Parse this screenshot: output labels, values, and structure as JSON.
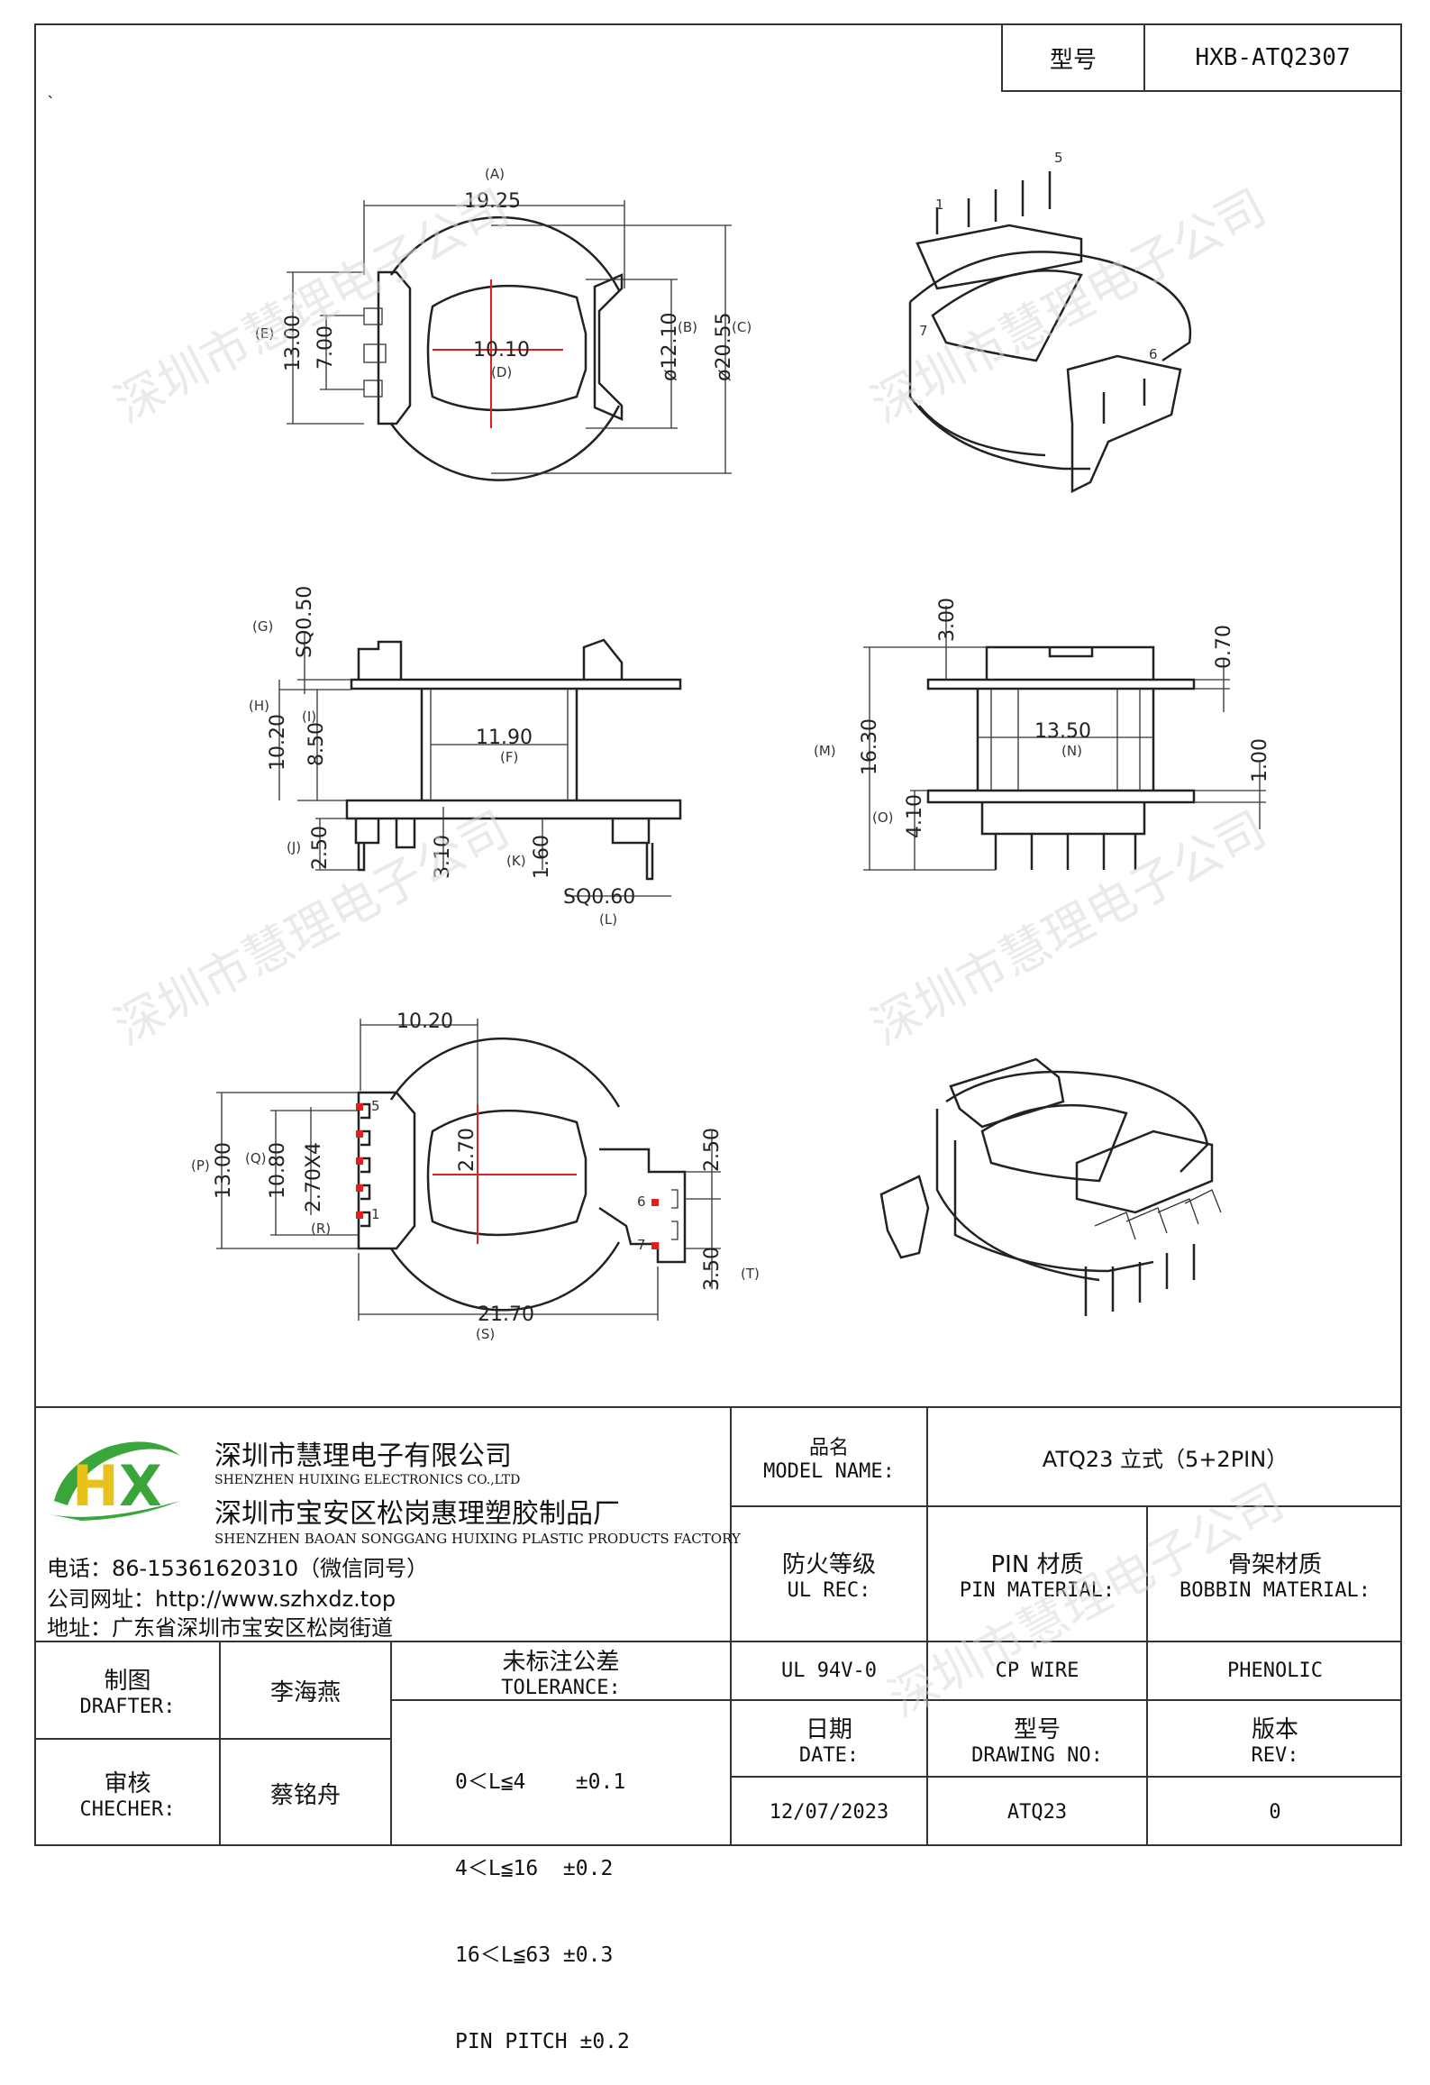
{
  "header": {
    "model_label": "型号",
    "model_value": "HXB-ATQ2307"
  },
  "stray_mark": "`",
  "dims": {
    "A": "(A)",
    "A_val": "19.25",
    "B": "(B)",
    "B_val": "ø12.10",
    "C": "(C)",
    "C_val": "ø20.55",
    "D": "(D)",
    "D_val": "10.10",
    "E": "(E)",
    "E_val": "13.00",
    "E2_val": "7.00",
    "G": "(G)",
    "G_val": "SQ0.50",
    "H": "(H)",
    "H_val": "10.20",
    "I": "(I)",
    "I_val": "8.50",
    "F": "(F)",
    "F_val": "11.90",
    "J": "(J)",
    "J_val": "2.50",
    "K": "(K)",
    "K_val": "3.10",
    "K2_val": "1.60",
    "L": "(L)",
    "L_val": "SQ0.60",
    "M": "(M)",
    "M_val": "16.30",
    "N": "(N)",
    "N_val": "13.50",
    "top_val": "3.00",
    "r070_val": "0.70",
    "r100_val": "1.00",
    "O": "(O)",
    "O_val": "4.10",
    "P": "(P)",
    "P_val": "13.00",
    "Q": "(Q)",
    "Q_val": "10.80",
    "R": "(R)",
    "R_val": "2.70X4",
    "c270_val": "2.70",
    "w1020_val": "10.20",
    "S": "(S)",
    "S_val": "21.70",
    "T": "(T)",
    "T_val": "3.50",
    "t250_val": "2.50",
    "pin1": "1",
    "pin5": "5",
    "pin6": "6",
    "pin7": "7"
  },
  "watermark": "深圳市慧理电子公司",
  "company": {
    "name_cn": "深圳市慧理电子有限公司",
    "name_en": "SHENZHEN HUIXING ELECTRONICS CO.,LTD",
    "factory_cn": "深圳市宝安区松岗惠理塑胶制品厂",
    "factory_en": "SHENZHEN BAOAN SONGGANG HUIXING PLASTIC PRODUCTS FACTORY",
    "phone": "电话：86-15361620310（微信同号）",
    "website": "公司网址：http://www.szhxdz.top",
    "address": "地址：广东省深圳市宝安区松岗街道"
  },
  "title_block": {
    "model_name_cn": "品名",
    "model_name_en": "MODEL NAME:",
    "model_name_value": "ATQ23 立式（5+2PIN）",
    "ul_cn": "防火等级",
    "ul_en": "UL REC:",
    "pin_cn": "PIN 材质",
    "pin_en": "PIN MATERIAL:",
    "bobbin_cn": "骨架材质",
    "bobbin_en": "BOBBIN MATERIAL:",
    "ul_value": "UL 94V-0",
    "pin_value": "CP WIRE",
    "bobbin_value": "PHENOLIC",
    "drafter_cn": "制图",
    "drafter_en": "DRAFTER:",
    "drafter_value": "李海燕",
    "checker_cn": "审核",
    "checker_en": "CHECHER:",
    "checker_value": "蔡铭舟",
    "tol_cn": "未标注公差",
    "tol_en": "TOLERANCE:",
    "tol_lines": [
      "0＜L≦4    ±0.1",
      "4＜L≦16  ±0.2",
      "16＜L≦63 ±0.3",
      "PIN PITCH ±0.2"
    ],
    "date_cn": "日期",
    "date_en": "DATE:",
    "date_value": "12/07/2023",
    "dwg_cn": "型号",
    "dwg_en": "DRAWING NO:",
    "dwg_value": "ATQ23",
    "rev_cn": "版本",
    "rev_en": "REV:",
    "rev_value": "0"
  },
  "logo": {
    "letters": "HX",
    "colors": {
      "green": "#3aa53a",
      "yellow": "#e8c21a"
    }
  }
}
